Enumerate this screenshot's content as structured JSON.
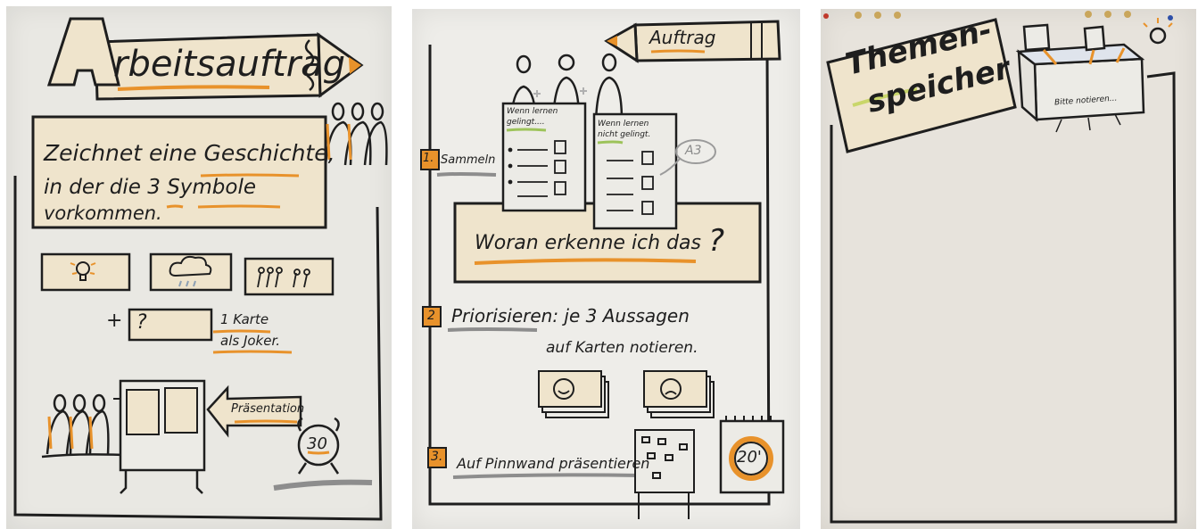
{
  "sheet1": {
    "title_letter": "A",
    "title_rest": "rbeitsauftrag",
    "task_line1": "Zeichnet eine Geschichte,",
    "task_line2": "in der die 3 Symbole",
    "task_line3": "vorkommen.",
    "plus": "+",
    "joker_card": "?",
    "joker_note_line1": "1 Karte",
    "joker_note_line2": "als Joker.",
    "presentation_label": "Präsentation",
    "timer": "30"
  },
  "sheet2": {
    "banner": "Auftrag",
    "card_left_title_line1": "Wenn lernen",
    "card_left_title_line2": "gelingt....",
    "card_right_title_line1": "Wenn lernen",
    "card_right_title_line2": "nicht gelingt.",
    "tag": "A3",
    "step1_num": "1.",
    "step1_label": "Sammeln",
    "question": "Woran erkenne ich das",
    "question_mark": "?",
    "step2_num": "2",
    "step2_line1": "Priorisieren: je 3 Aussagen",
    "step2_line2": "auf Karten notieren.",
    "step3_num": "3.",
    "step3_label": "Auf Pinnwand präsentieren",
    "timer": "20'"
  },
  "sheet3": {
    "title_line1": "Themen-",
    "title_line2": "speicher",
    "box_note": "Bitte notieren..."
  },
  "colors": {
    "paper": "#e9e8e3",
    "marker_black": "#1e1e1e",
    "accent_orange": "#e8922b",
    "card_beige": "#efe4cc",
    "grey_shadow": "#8d8d8d"
  }
}
